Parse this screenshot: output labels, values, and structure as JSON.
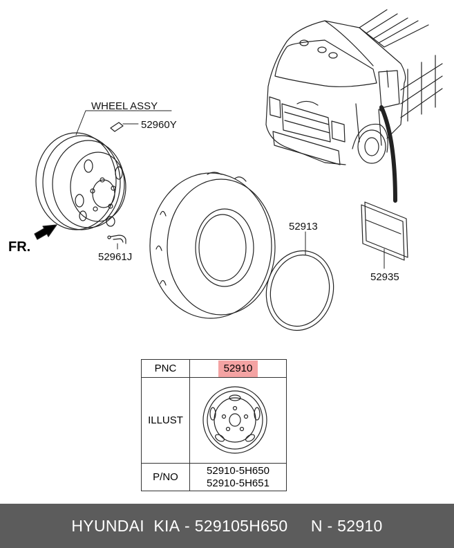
{
  "labels": {
    "wheel_assy": "WHEEL ASSY",
    "valve": "52960Y",
    "extension": "52961J",
    "tire_ring": "52913",
    "label_plate": "52935",
    "front": "FR."
  },
  "table": {
    "pnc_header": "PNC",
    "pnc_value": "52910",
    "illust_header": "ILLUST",
    "pno_header": "P/NO",
    "pno_values": [
      "52910-5H650",
      "52910-5H651"
    ]
  },
  "footer": {
    "brand": "HYUNDAI  KIA",
    "part_number": " - 529105H650",
    "pnc": "N - 52910"
  },
  "colors": {
    "highlight": "#f4a3a3",
    "footer_bg": "#5c5c5c"
  }
}
